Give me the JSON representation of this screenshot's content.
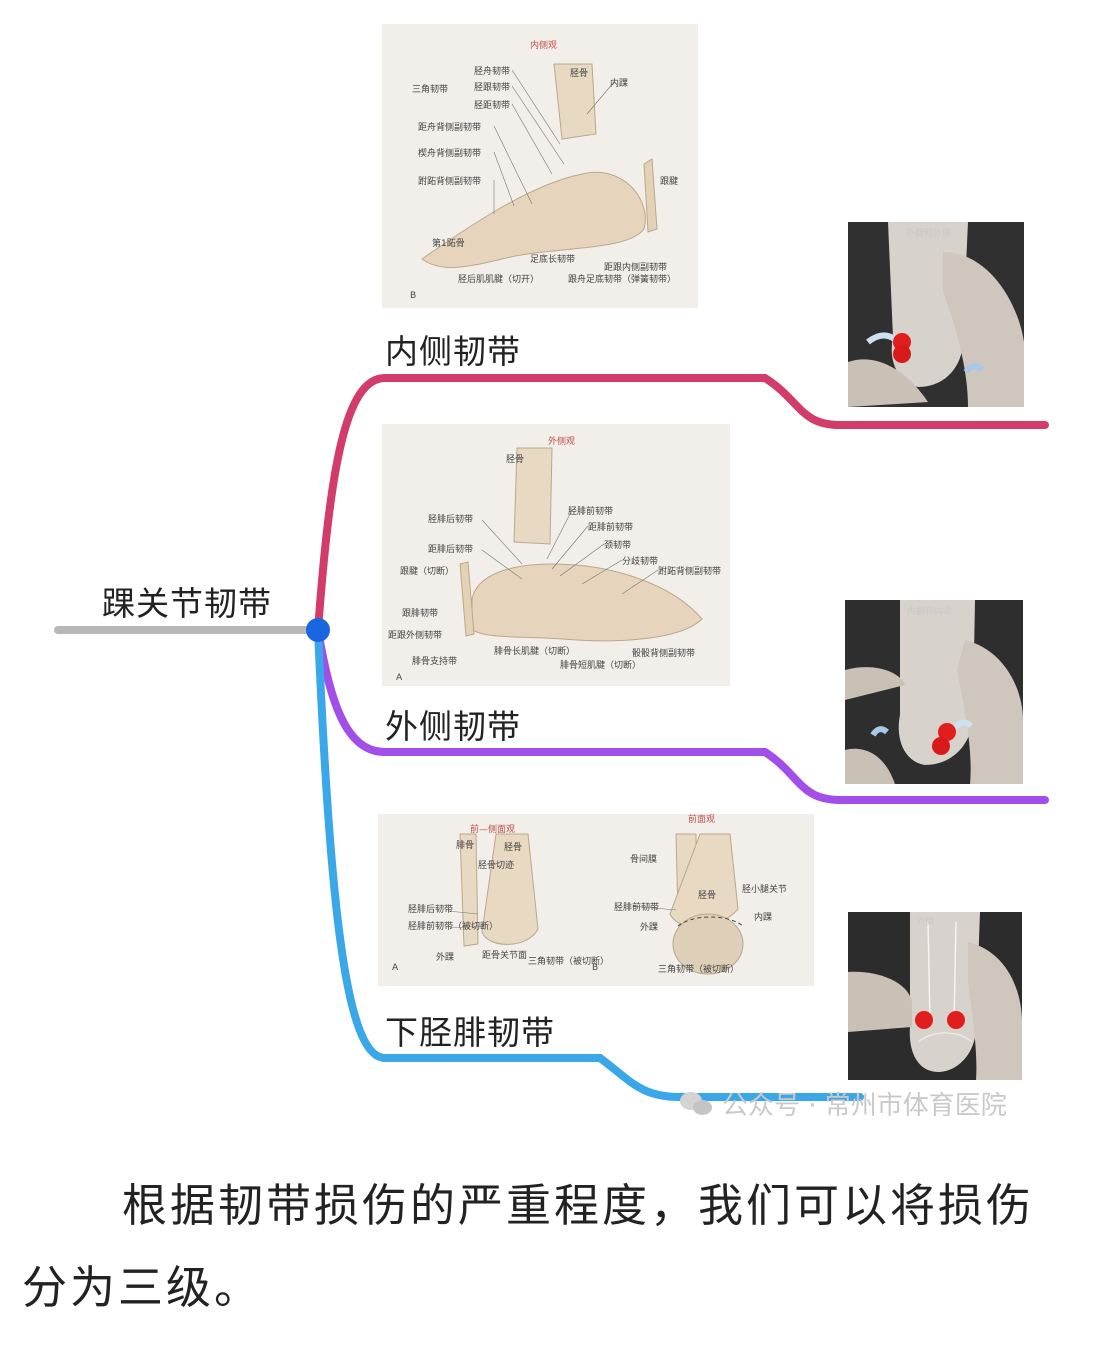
{
  "mindmap": {
    "root": {
      "label": "踝关节韧带"
    },
    "branches": [
      {
        "label": "内侧韧带",
        "color": "#d23c6a",
        "diagram": {
          "title": "内侧观",
          "panel": "B",
          "labels": [
            "三角韧带",
            "胫舟韧带",
            "胫跟韧带",
            "胫距韧带",
            "距舟背侧副韧带",
            "楔舟背侧副韧带",
            "跗跖背侧副韧带",
            "胫骨",
            "内踝",
            "跟腱",
            "第1跖骨",
            "胫后肌肌腱（切开）",
            "足底长韧带",
            "跟舟足底韧带（弹簧韧带）",
            "距跟内侧副韧带"
          ]
        },
        "photo": {
          "caption": "外翻和外展"
        }
      },
      {
        "label": "外侧韧带",
        "color": "#a24ee8",
        "diagram": {
          "title": "外侧观",
          "panel": "A",
          "labels": [
            "胫骨",
            "胫腓后韧带",
            "距腓后韧带",
            "跟腱（切断）",
            "跟腓韧带",
            "距跟外侧韧带",
            "腓骨支持带",
            "胫腓前韧带",
            "距腓前韧带",
            "颈韧带",
            "分歧韧带",
            "跗跖背侧副韧带",
            "腓骨长肌腱（切断）",
            "腓骨短肌腱（切断）",
            "骰骰背侧副韧带"
          ]
        },
        "photo": {
          "caption": "内翻和内收"
        }
      },
      {
        "label": "下胫腓韧带",
        "color": "#3aa7e8",
        "diagram": {
          "panel_a": {
            "title": "前—侧面观",
            "panel": "A",
            "labels": [
              "腓骨",
              "胫骨",
              "胫骨切迹",
              "胫腓后韧带",
              "胫腓前韧带（被切断）",
              "外踝",
              "距骨关节面",
              "三角韧带（被切断）"
            ]
          },
          "panel_b": {
            "title": "前面观",
            "panel": "B",
            "labels": [
              "骨间膜",
              "胫骨",
              "胫小腿关节",
              "胫腓前韧带",
              "外踝",
              "内踝",
              "三角韧带（被切断）"
            ]
          }
        },
        "photo": {
          "caption": "外旋"
        }
      }
    ],
    "root_color": "#b8b8b8",
    "hub_color": "#1a66e0"
  },
  "watermark": "公众号 · 常州市体育医院",
  "paragraph": "根据韧带损伤的严重程度，我们可以将损伤分为三级。"
}
